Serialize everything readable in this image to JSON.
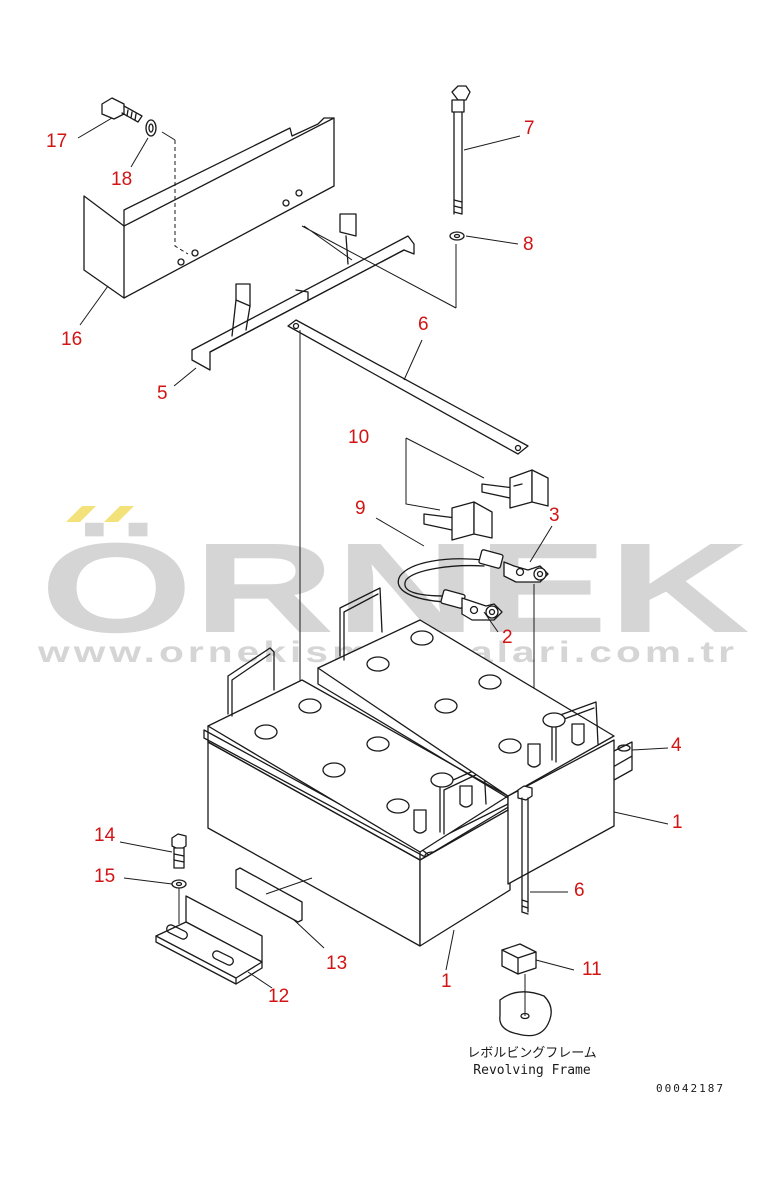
{
  "watermark": {
    "brand": "ÖRNEK",
    "url": "www.ornekismakinalari.com.tr",
    "accent_color": "#f3e27a",
    "text_color": "#c8c8c8"
  },
  "callouts": {
    "c1a": "1",
    "c1b": "1",
    "c2": "2",
    "c3": "3",
    "c4": "4",
    "c5": "5",
    "c6a": "6",
    "c6b": "6",
    "c7": "7",
    "c8": "8",
    "c9": "9",
    "c10": "10",
    "c11": "11",
    "c12": "12",
    "c13": "13",
    "c14": "14",
    "c15": "15",
    "c16": "16",
    "c17": "17",
    "c18": "18"
  },
  "callout_color": "#d21414",
  "caption": {
    "japanese": "レボルビングフレーム",
    "english": "Revolving Frame"
  },
  "doc_number": "00042187"
}
